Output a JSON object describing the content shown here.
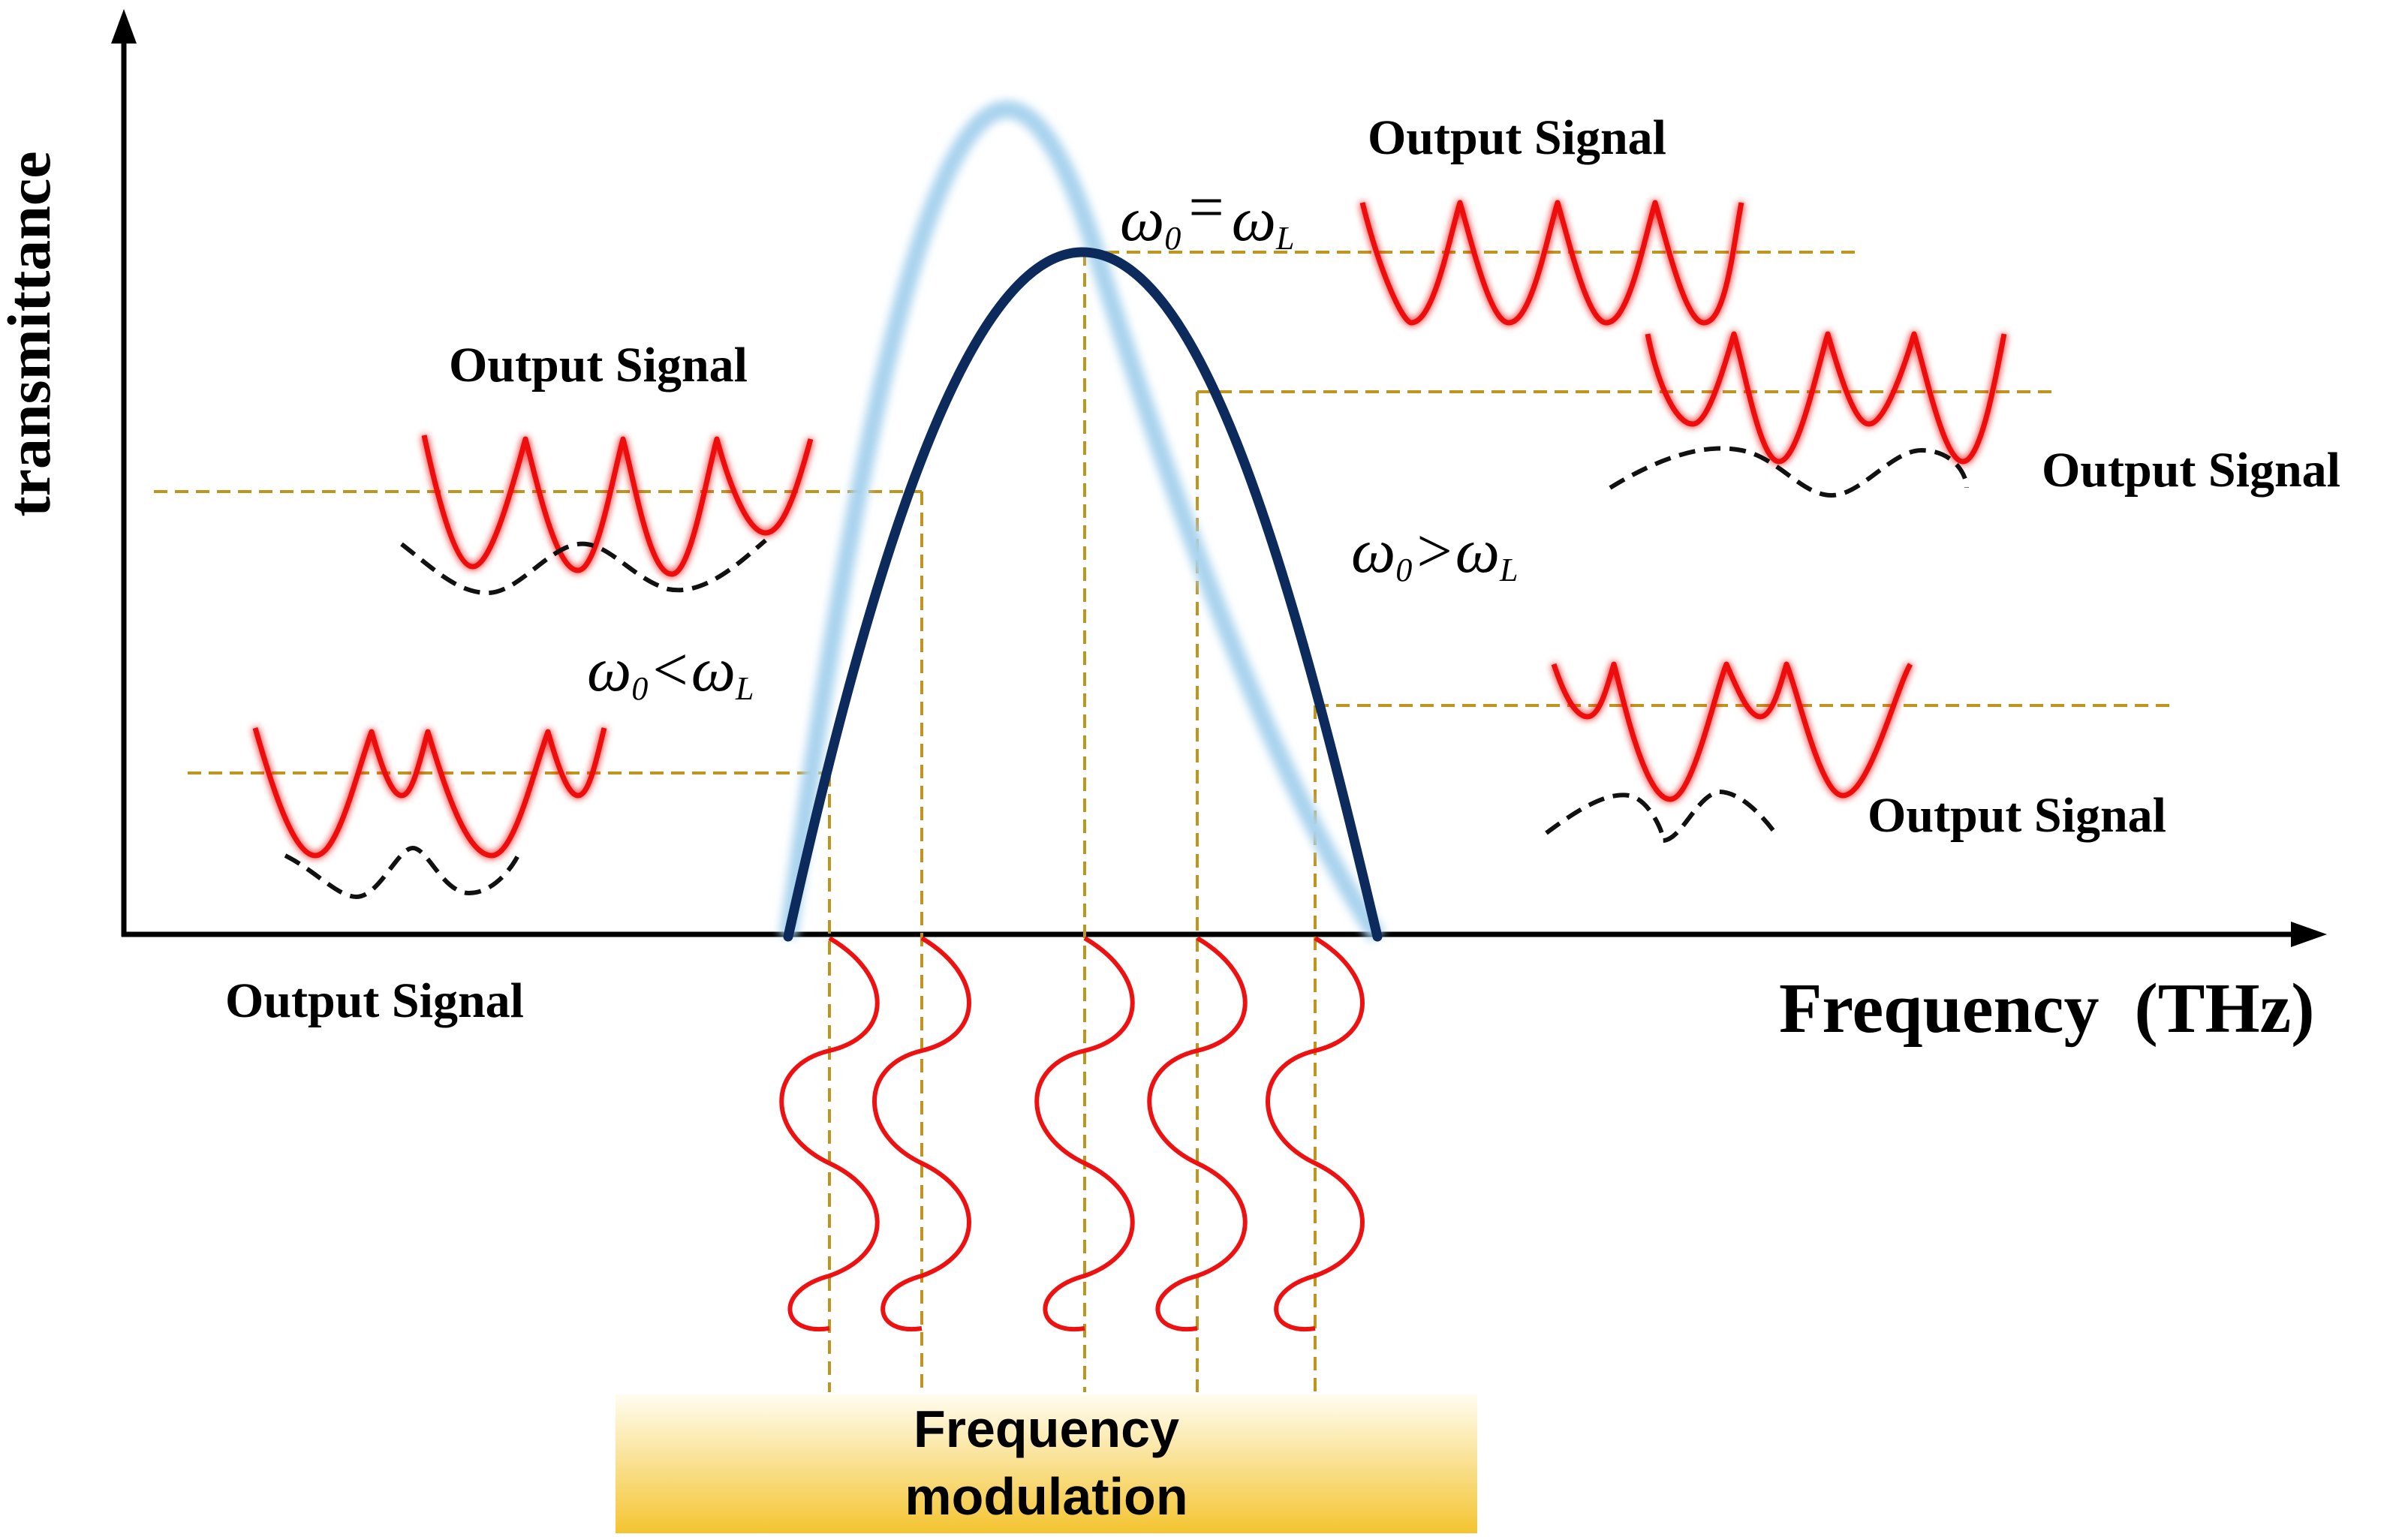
{
  "y_axis_label": "transmittance",
  "x_axis_label": "Frequency  (THz)",
  "output_signal_label": "Output Signal",
  "relations": {
    "equal": {
      "lhs": "ω",
      "lhs_sub": "0",
      "op": "=",
      "rhs": "ω",
      "rhs_sub": "L"
    },
    "less": {
      "lhs": "ω",
      "lhs_sub": "0",
      "op": "<",
      "rhs": "ω",
      "rhs_sub": "L"
    },
    "greater": {
      "lhs": "ω",
      "lhs_sub": "0",
      "op": ">",
      "rhs": "ω",
      "rhs_sub": "L"
    }
  },
  "modulation_box": {
    "line1": "Frequency",
    "line2": "modulation"
  },
  "colors": {
    "curve": "#0d2a5c",
    "curve_glow": "#a9d3ee",
    "dashed_lines": "#c0951e",
    "output_wave": "#ee1111",
    "envelope_wave": "#111111",
    "box_top": "#fffdf0",
    "box_bottom": "#f4c430"
  }
}
